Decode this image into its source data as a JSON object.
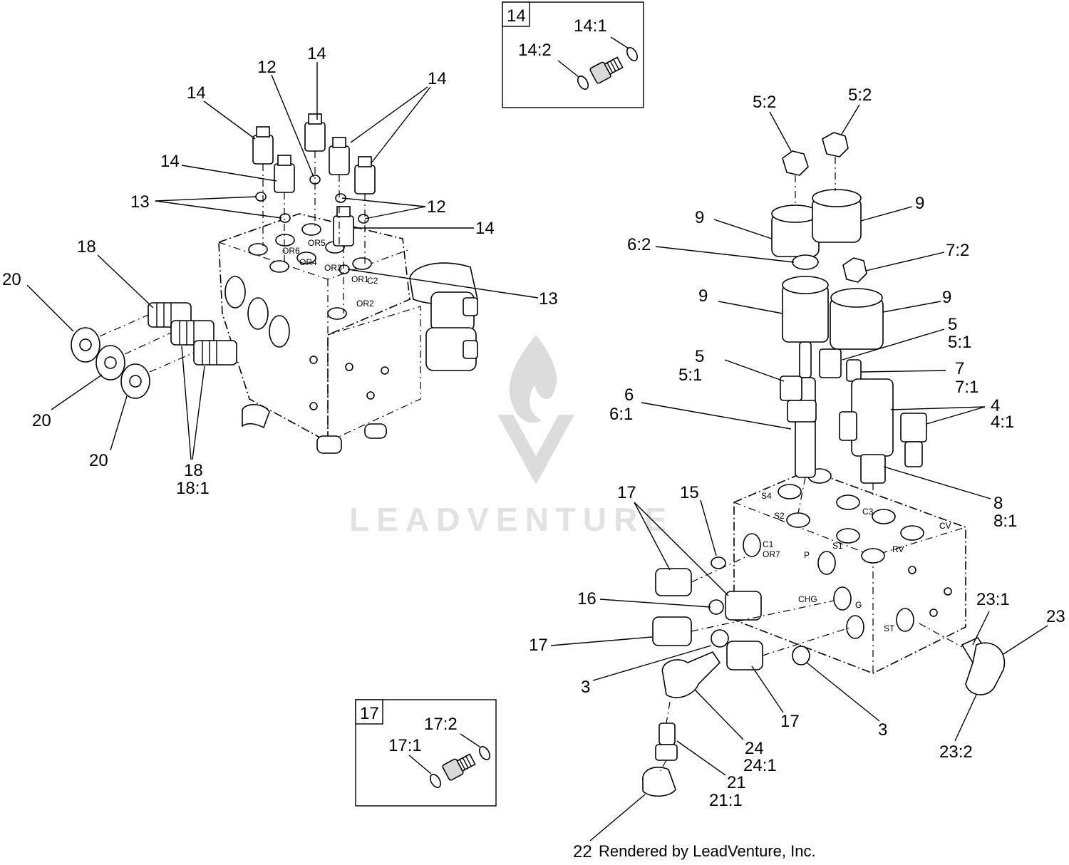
{
  "watermark": {
    "brand": "LEADVENTURE"
  },
  "footer": {
    "credit": "Rendered by LeadVenture, Inc."
  },
  "inset_boxes": [
    {
      "id": "14",
      "items": [
        "14:1",
        "14:2"
      ]
    },
    {
      "id": "17",
      "items": [
        "17:2",
        "17:1"
      ]
    }
  ],
  "left_labels": [
    "14",
    "12",
    "14",
    "14",
    "14",
    "13",
    "12",
    "14",
    "13",
    "18",
    "20",
    "20",
    "20",
    "18",
    "18:1"
  ],
  "right_labels": [
    "5:2",
    "5:2",
    "9",
    "9",
    "6:2",
    "7:2",
    "9",
    "9",
    "5",
    "5:1",
    "5",
    "5:1",
    "7",
    "7:1",
    "6",
    "6:1",
    "4",
    "4:1",
    "8",
    "8:1",
    "17",
    "15",
    "16",
    "17",
    "3",
    "24",
    "24:1",
    "17",
    "3",
    "21",
    "21:1",
    "23:1",
    "23",
    "23:2",
    "22"
  ],
  "port_marks": [
    "C1",
    "OR7",
    "P",
    "CHG",
    "G",
    "ST",
    "S4",
    "S2",
    "S1",
    "C3",
    "CV",
    "RV",
    "C2",
    "OR1",
    "OR2",
    "OR3",
    "OR4",
    "OR5",
    "OR6"
  ],
  "colors": {
    "line": "#000000",
    "watermark": "#dcdcdc",
    "background": "#ffffff"
  }
}
